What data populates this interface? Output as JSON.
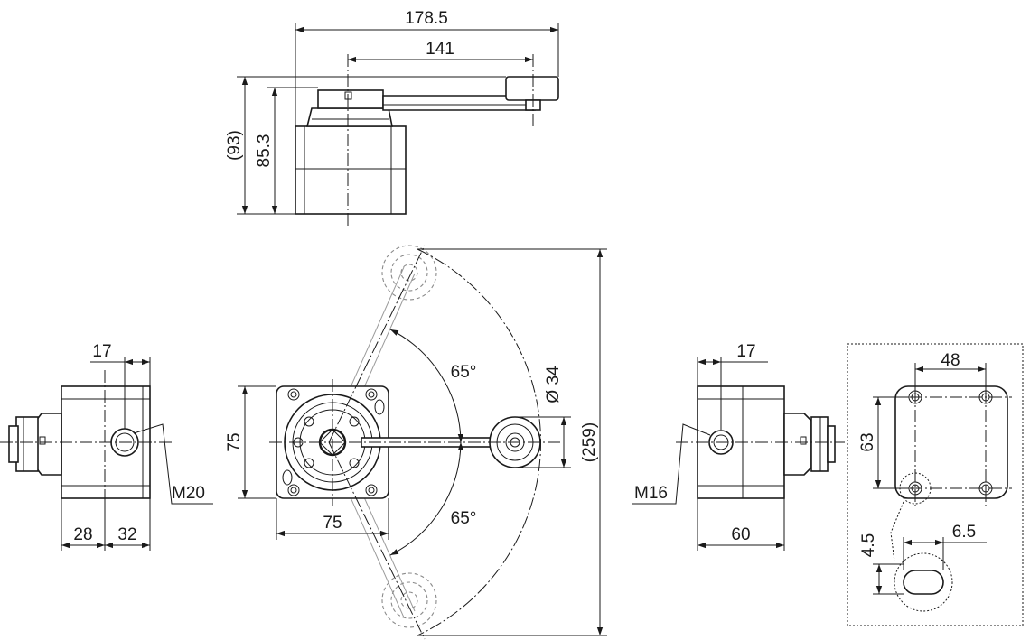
{
  "drawing": {
    "top_view": {
      "overall_reach": "178.5",
      "arm_length": "141",
      "overall_height": "(93)",
      "body_height": "85.3"
    },
    "front_view": {
      "width": "75",
      "height": "75",
      "roller_diameter": "Ø 34",
      "swing_upper": "65°",
      "swing_lower": "65°",
      "swing_span": "(259)"
    },
    "left_view": {
      "conduit_offset": "17",
      "conduit_thread": "M20",
      "base_left": "28",
      "base_right": "32"
    },
    "right_view": {
      "conduit_offset": "17",
      "conduit_thread": "M16",
      "depth": "60"
    },
    "mounting_detail": {
      "hole_spacing_x": "48",
      "hole_spacing_y": "63",
      "slot_height": "4.5",
      "slot_width": "6.5"
    }
  }
}
